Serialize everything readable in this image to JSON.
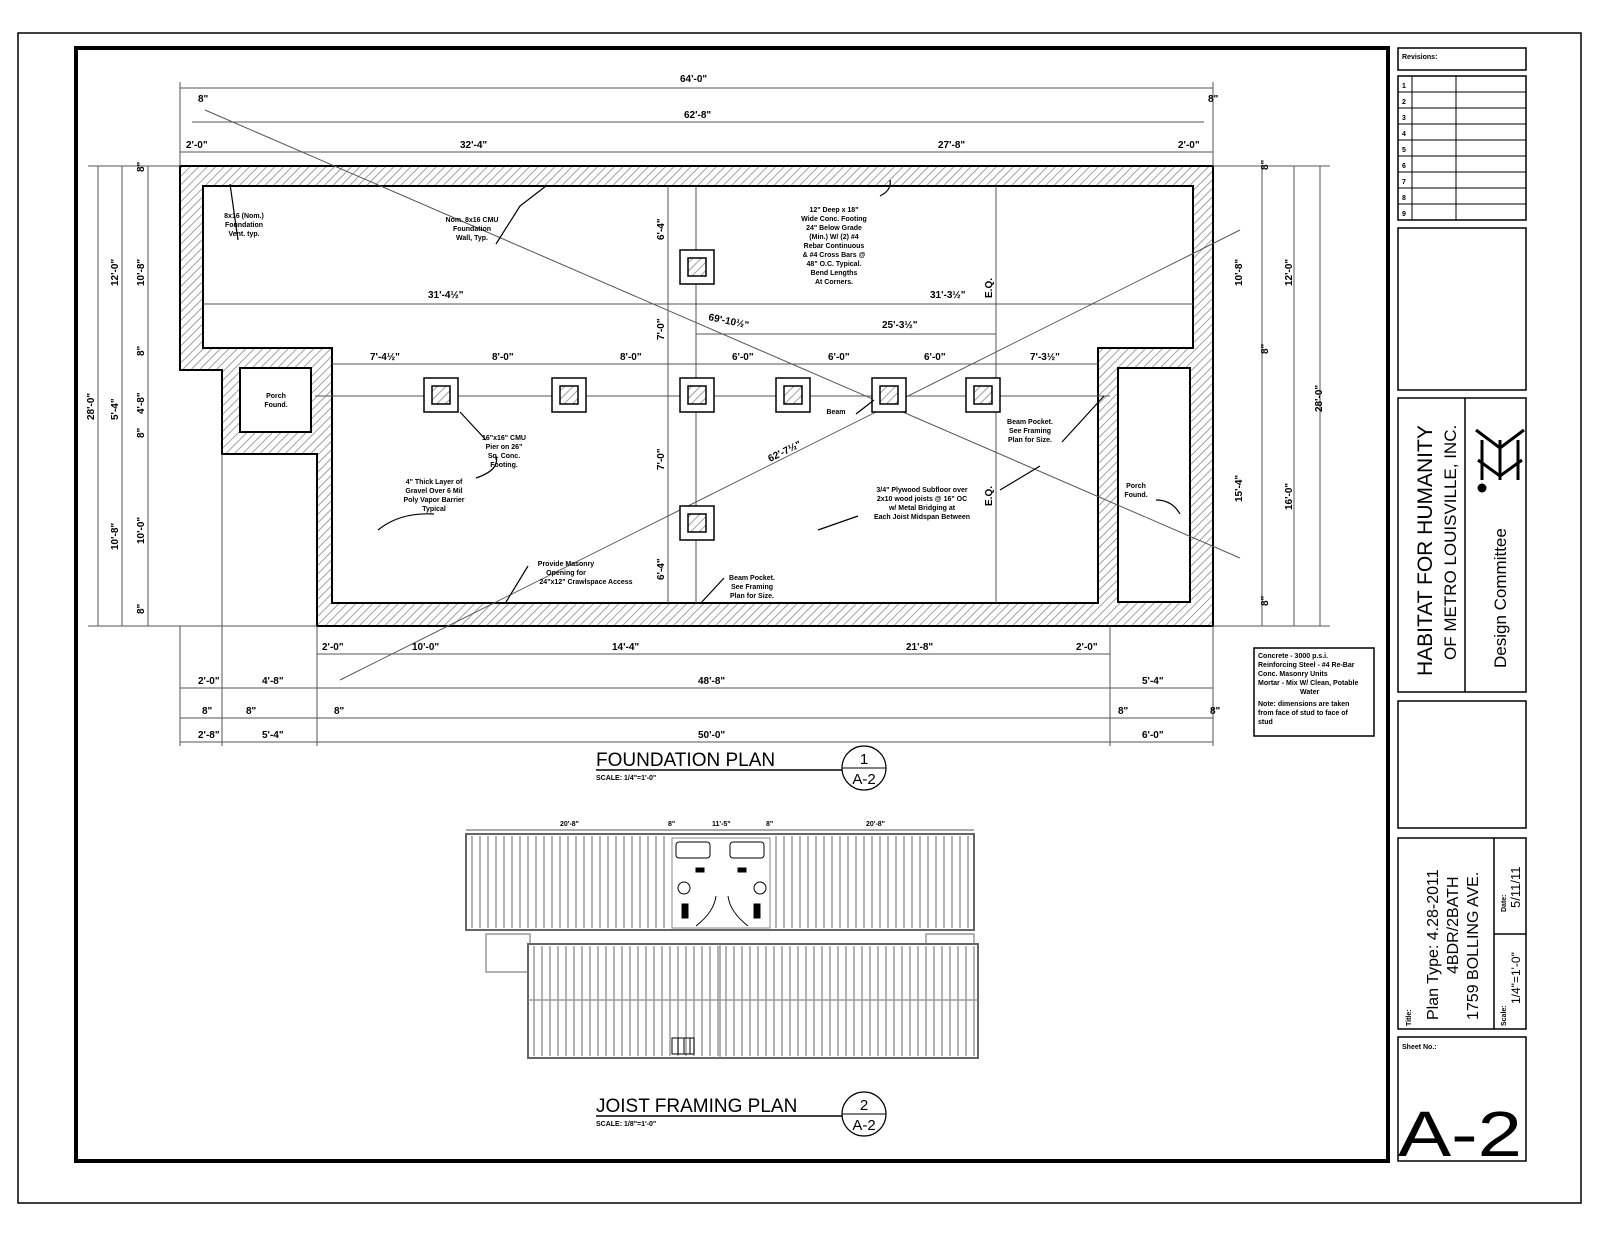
{
  "revisions": {
    "label": "Revisions:",
    "rows": [
      "1",
      "2",
      "3",
      "4",
      "5",
      "6",
      "7",
      "8",
      "9"
    ]
  },
  "company": {
    "line1": "HABITAT FOR HUMANITY",
    "line2": "OF METRO LOUISVILLE, INC.",
    "committee": "Design Committee"
  },
  "title_block": {
    "title_label": "Title:",
    "plan_type": "Plan Type: 4.28-2011",
    "bed_bath": "4BDR/2BATH",
    "address": "1759 BOLLING AVE.",
    "date_label": "Date:",
    "date": "5/11/11",
    "scale_label": "Scale:",
    "scale": "1/4\"=1'-0\"",
    "sheet_label": "Sheet No.:",
    "sheet_no": "A-2"
  },
  "foundation_plan": {
    "title": "FOUNDATION PLAN",
    "scale": "SCALE: 1/4\"=1'-0\"",
    "bubble_num": "1",
    "bubble_sheet": "A-2"
  },
  "joist_plan": {
    "title": "JOIST FRAMING PLAN",
    "scale": "SCALE: 1/8\"=1'-0\"",
    "bubble_num": "2",
    "bubble_sheet": "A-2",
    "dims": [
      "20'-8\"",
      "8\"",
      "11'-5\"",
      "8\"",
      "20'-8\""
    ]
  },
  "dimensions": {
    "top": [
      "64'-0\"",
      "62'-8\"",
      "8\"",
      "8\"",
      "2'-0\"",
      "32'-4\"",
      "27'-8\"",
      "2'-0\""
    ],
    "inner": [
      "31'-4½\"",
      "31'-3½\"",
      "25'-3½\"",
      "7'-4½\"",
      "8'-0\"",
      "8'-0\"",
      "6'-0\"",
      "6'-0\"",
      "6'-0\"",
      "7'-3½\"",
      "69'-10½\"",
      "62'-7½\"",
      "E.Q.",
      "E.Q."
    ],
    "vertical_inner": [
      "6'-4\"",
      "7'-0\"",
      "7'-0\"",
      "6'-4\""
    ],
    "left": [
      "8\"",
      "12'-0\"",
      "10'-8\"",
      "8\"",
      "28'-0\"",
      "5'-4\"",
      "4'-8\"",
      "8\"",
      "10'-8\"",
      "10'-0\"",
      "8\""
    ],
    "right": [
      "8\"",
      "10'-8\"",
      "12'-0\"",
      "8\"",
      "28'-0\"",
      "15'-4\"",
      "16'-0\"",
      "8\""
    ],
    "bottom1": [
      "2'-0\"",
      "10'-0\"",
      "14'-4\"",
      "21'-8\"",
      "2'-0\""
    ],
    "bottom2": [
      "2'-0\"",
      "4'-8\"",
      "48'-8\"",
      "5'-4\""
    ],
    "bottom3": [
      "8\"",
      "8\"",
      "8\"",
      "8\"",
      "8\""
    ],
    "bottom4": [
      "2'-8\"",
      "5'-4\"",
      "50'-0\"",
      "6'-0\""
    ]
  },
  "notes": {
    "vent": [
      "8x16 (Nom.)",
      "Foundation",
      "Vent. typ."
    ],
    "cmu": [
      "Nom. 8x16 CMU",
      "Foundation",
      "Wall, Typ."
    ],
    "footing": [
      "12\" Deep x 18\"",
      "Wide Conc. Footing",
      "24\" Below Grade",
      "(Min.) W/ (2) #4",
      "Rebar Continuous",
      "& #4 Cross Bars @",
      "48\" O.C. Typical.",
      "Bend Lengths",
      "At Corners."
    ],
    "porch_left": [
      "Porch",
      "Found."
    ],
    "porch_right": [
      "Porch",
      "Found."
    ],
    "pier": [
      "16\"x16\" CMU",
      "Pier on 26\"",
      "Sq. Conc.",
      "Footing."
    ],
    "vapor": [
      "4\" Thick Layer of",
      "Gravel Over 6 Mil",
      "Poly Vapor Barrier",
      "Typical"
    ],
    "beam": "Beam",
    "beam_pocket_1": [
      "Beam Pocket.",
      "See Framing",
      "Plan for Size."
    ],
    "subfloor": [
      "3/4\" Plywood Subfloor over",
      "2x10 wood joists @ 16\" OC",
      "w/ Metal Bridging at",
      "Each Joist Midspan Between"
    ],
    "masonry": [
      "Provide Masonry",
      "Opening for",
      "24\"x12\" Crawlspace Access"
    ],
    "beam_pocket_2": [
      "Beam Pocket.",
      "See Framing",
      "Plan for Size."
    ]
  },
  "spec_box": [
    "Concrete - 3000 p.s.i.",
    "Reinforcing Steel - #4 Re-Bar",
    "Conc. Masonry Units",
    "Mortar - Mix W/ Clean, Potable",
    "Water",
    "Note: dimensions are taken",
    "from face of stud to face of",
    "stud"
  ]
}
